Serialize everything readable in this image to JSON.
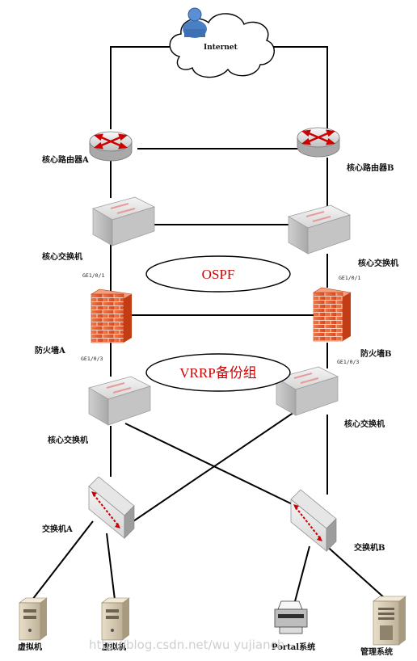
{
  "internet_label": "Internet",
  "labels": {
    "router_a": "核心路由器A",
    "router_b": "核心路由器B",
    "core_switch_left_top": "核心交换机",
    "core_switch_right_top": "核心交换机",
    "port_left_top": "GE1/0/1",
    "port_right_top": "GE1/0/1",
    "firewall_a": "防火墙A",
    "firewall_b": "防火墙B",
    "port_left_bottom": "GE1/0/3",
    "port_right_bottom": "GE1/0/3",
    "core_switch_left_bottom": "核心交换机",
    "core_switch_right_bottom": "核心交换机",
    "access_switch_a": "交换机A",
    "access_switch_b": "交换机B",
    "vm_1": "虚拟机",
    "vm_2": "虚拟机",
    "portal": "Portal系统",
    "mgmt": "管理系统"
  },
  "ovals": {
    "ospf": "OSPF",
    "vrrp": "VRRP备份组"
  },
  "watermark": "http://blog.csdn.net/wu          yujianch",
  "colors": {
    "oval_text": "#d40000",
    "firewall_brick": "#e8623a",
    "router_arrow": "#cc0000",
    "line": "#000000"
  },
  "icons": [
    "user-icon",
    "cloud-icon",
    "router-icon",
    "switch-icon",
    "firewall-icon",
    "access-switch-icon",
    "server-icon",
    "printer-icon"
  ]
}
